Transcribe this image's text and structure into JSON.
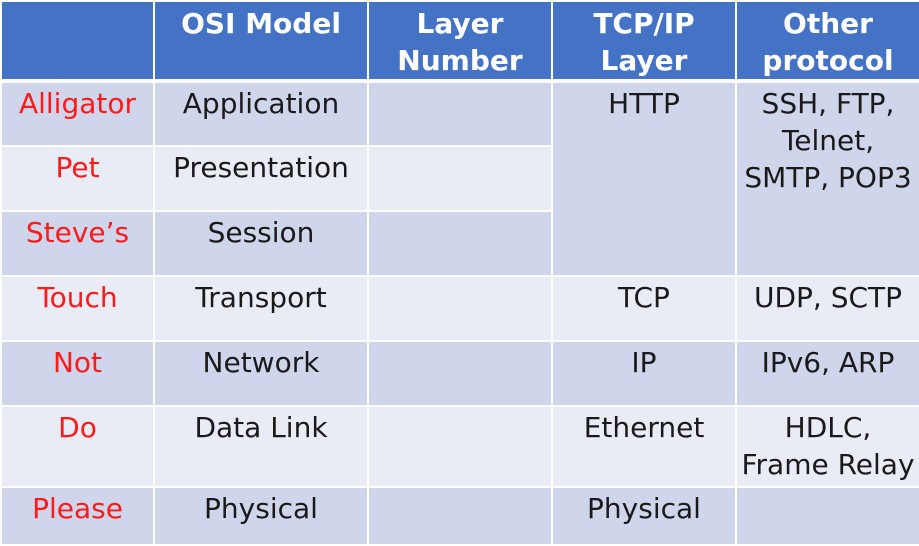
{
  "headers": {
    "mnemonic": "",
    "osi_model": "OSI Model",
    "layer_number": "Layer Number",
    "tcpip_layer": "TCP/IP Layer",
    "other_protocol": "Other protocol"
  },
  "rows": [
    {
      "mnemonic": "Alligator",
      "osi": "Application",
      "layer_number": "",
      "tcpip": "HTTP",
      "other": "SSH, FTP, Telnet, SMTP, POP3"
    },
    {
      "mnemonic": "Pet",
      "osi": "Presentation",
      "layer_number": ""
    },
    {
      "mnemonic": "Steve’s",
      "osi": "Session",
      "layer_number": ""
    },
    {
      "mnemonic": "Touch",
      "osi": "Transport",
      "layer_number": "",
      "tcpip": "TCP",
      "other": "UDP, SCTP"
    },
    {
      "mnemonic": "Not",
      "osi": "Network",
      "layer_number": "",
      "tcpip": "IP",
      "other": "IPv6, ARP"
    },
    {
      "mnemonic": "Do",
      "osi": "Data Link",
      "layer_number": "",
      "tcpip": "Ethernet",
      "other": "HDLC, Frame Relay"
    },
    {
      "mnemonic": "Please",
      "osi": "Physical",
      "layer_number": "",
      "tcpip": "Physical",
      "other": ""
    }
  ],
  "colors": {
    "header_bg": "#4472c4",
    "row_dark": "#cfd5ea",
    "row_light": "#e9ebf5",
    "mnemonic_text": "#ff1a1a"
  }
}
